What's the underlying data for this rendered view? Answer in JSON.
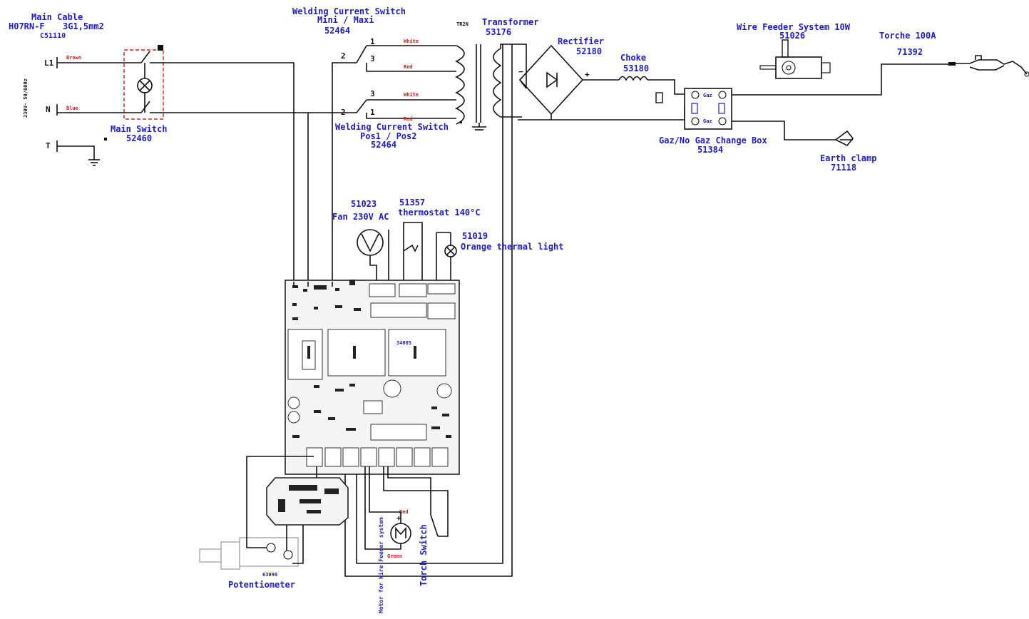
{
  "labels": {
    "main_cable": "Main Cable",
    "cable_type": "H07RN-F",
    "cable_section": "3G1,5mm2",
    "cable_ref": "C51110",
    "supply": "230V~ 50/60Hz",
    "l1": "L1",
    "n": "N",
    "t": "T",
    "brown": "Brown",
    "blue": "Blue",
    "main_switch": "Main Switch",
    "main_switch_ref": "52460",
    "wcs_top_title": "Welding Current Switch",
    "wcs_top_sub": "Mini / Maxi",
    "wcs_top_ref": "52464",
    "wcs_bot_title": "Welding Current Switch",
    "wcs_bot_sub": "Pos1 / Pos2",
    "wcs_bot_ref": "52464",
    "pin_1a": "1",
    "pin_2a": "2",
    "pin_3a": "3",
    "pin_3b": "3",
    "pin_2b": "2",
    "pin_1b": "1",
    "white_1": "White",
    "red_1": "Red",
    "white_2": "White",
    "red_2": "Red",
    "tr_code": "TR2N",
    "transformer": "Transformer",
    "transformer_ref": "53176",
    "rectifier": "Rectifier",
    "rectifier_ref": "52180",
    "choke": "Choke",
    "choke_ref": "53180",
    "wire_feeder": "Wire Feeder System 10W",
    "wire_feeder_ref": "51026",
    "torche": "Torche 100A",
    "torche_ref": "71392",
    "gaz_1": "Gaz",
    "gaz_2": "Gaz",
    "gaz_box": "Gaz/No Gaz Change Box",
    "gaz_box_ref": "51384",
    "earth_clamp": "Earth clamp",
    "earth_clamp_ref": "71118",
    "fan_ref": "51023",
    "fan": "Fan 230V AC",
    "thermostat_ref": "51357",
    "thermostat": "thermostat 140°C",
    "light_ref": "51019",
    "light": "Orange thermal light",
    "pcb_chip": "34005",
    "potentiometer_ref": "63090",
    "potentiometer": "Potentiometer",
    "motor_red": "Red",
    "motor_green": "Green",
    "motor_label": "Motor for Wire Feeder system",
    "torch_switch": "Torch Switch"
  },
  "colors": {
    "label_blue": "#1f1fb8",
    "wire_red": "#cc1a1a",
    "switch_box_dash": "#d62020"
  }
}
